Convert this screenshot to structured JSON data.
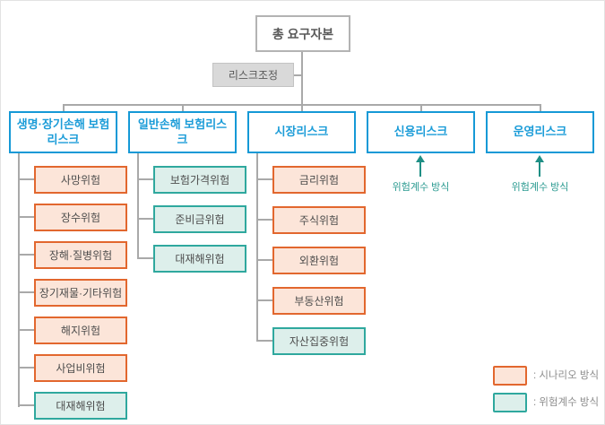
{
  "diagram": {
    "root": "총 요구자본",
    "adjustment": "리스크조정",
    "branches": [
      {
        "title": "생명·장기손해 보험리스크",
        "children": [
          {
            "label": "사망위험",
            "method": "scenario"
          },
          {
            "label": "장수위험",
            "method": "scenario"
          },
          {
            "label": "장해·질병위험",
            "method": "scenario"
          },
          {
            "label": "장기재물·기타위험",
            "method": "scenario"
          },
          {
            "label": "해지위험",
            "method": "scenario"
          },
          {
            "label": "사업비위험",
            "method": "scenario"
          },
          {
            "label": "대재해위험",
            "method": "factor"
          }
        ]
      },
      {
        "title": "일반손해 보험리스크",
        "children": [
          {
            "label": "보험가격위험",
            "method": "factor"
          },
          {
            "label": "준비금위험",
            "method": "factor"
          },
          {
            "label": "대재해위험",
            "method": "factor"
          }
        ]
      },
      {
        "title": "시장리스크",
        "children": [
          {
            "label": "금리위험",
            "method": "scenario"
          },
          {
            "label": "주식위험",
            "method": "scenario"
          },
          {
            "label": "외환위험",
            "method": "scenario"
          },
          {
            "label": "부동산위험",
            "method": "scenario"
          },
          {
            "label": "자산집중위험",
            "method": "factor"
          }
        ]
      },
      {
        "title": "신용리스크",
        "note": "위험계수 방식"
      },
      {
        "title": "운영리스크",
        "note": "위험계수 방식"
      }
    ],
    "legend": [
      {
        "swatch": "scenario",
        "label": ": 시나리오 방식"
      },
      {
        "swatch": "factor",
        "label": ": 위험계수 방식"
      }
    ],
    "colors": {
      "branch_blue": "#1599d6",
      "scenario_border": "#e2672e",
      "scenario_fill": "#fce5d9",
      "factor_border": "#2fa89e",
      "factor_fill": "#ddefeb",
      "arrow_teal": "#1f8f85",
      "connector_gray": "#a9a9a9",
      "neutral_gray_fill": "#d9d9d9"
    }
  }
}
